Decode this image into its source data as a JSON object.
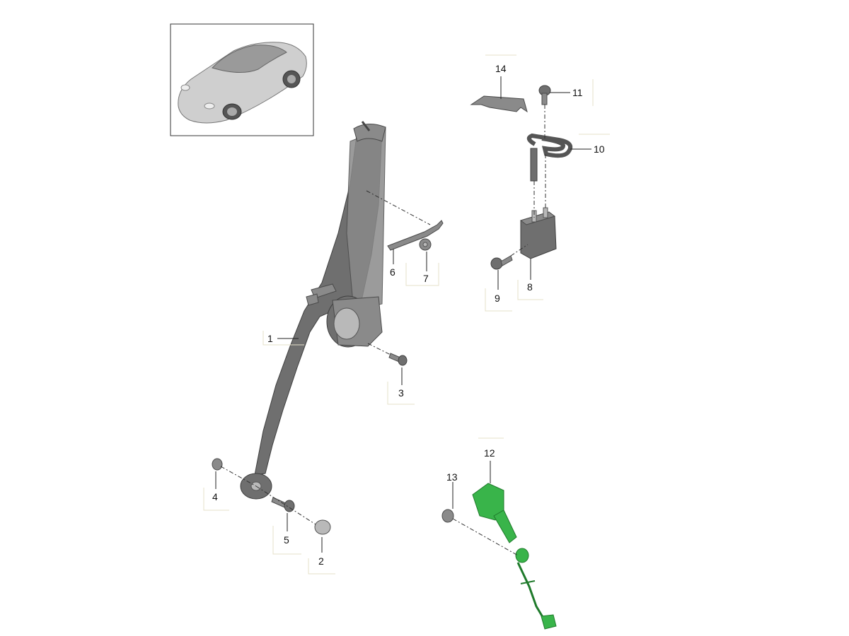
{
  "diagram": {
    "callouts": [
      {
        "id": "c1",
        "label": "1"
      },
      {
        "id": "c2",
        "label": "2"
      },
      {
        "id": "c3",
        "label": "3"
      },
      {
        "id": "c4",
        "label": "4"
      },
      {
        "id": "c5",
        "label": "5"
      },
      {
        "id": "c6",
        "label": "6"
      },
      {
        "id": "c7",
        "label": "7"
      },
      {
        "id": "c8",
        "label": "8"
      },
      {
        "id": "c9",
        "label": "9"
      },
      {
        "id": "c10",
        "label": "10"
      },
      {
        "id": "c11",
        "label": "11"
      },
      {
        "id": "c12",
        "label": "12"
      },
      {
        "id": "c13",
        "label": "13"
      },
      {
        "id": "c14",
        "label": "14"
      }
    ],
    "colors": {
      "highlight": "#39b44a",
      "part": "#6f6f6f",
      "background": "#ffffff"
    }
  }
}
